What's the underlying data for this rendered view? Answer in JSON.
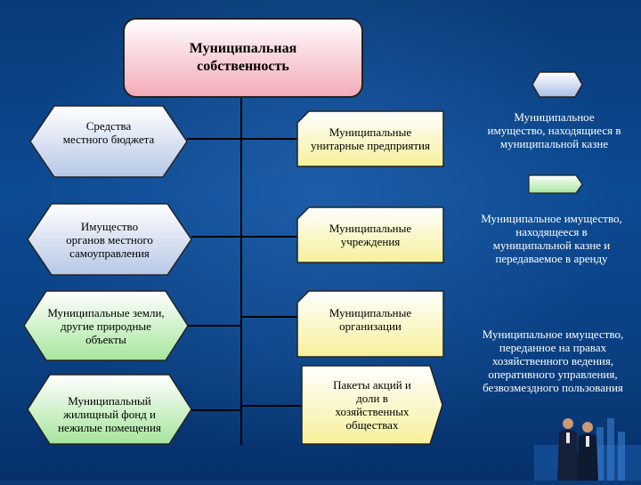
{
  "title": "Муниципальная\nсобственность",
  "left_column": [
    "Средства\nместного бюджета",
    "Имущество\nорганов местного\nсамоуправления",
    "Муниципальные земли,\nдругие природные\nобъекты",
    "Муниципальный\nжилищный фонд и\nнежилые помещения"
  ],
  "center_column": [
    "Муниципальные\nунитарные предприятия",
    "Муниципальные\nучреждения",
    "Муниципальные\nорганизации",
    "Пакеты акций и\nдоли в\nхозяйственных\nобществах"
  ],
  "right_column": [
    "Муниципальное\nимущество, находящиеся в\nмуниципальной казне",
    "Муниципальное имущество,\nнаходящееся в\nмуниципальной казне и\nпередаваемое в аренду",
    "Муниципальное имущество,\nпереданное на правах\nхозяйственного   ведения,\nоперативного управления,\nбезвозмездного пользования"
  ],
  "colors": {
    "background": "#0c4a92",
    "title_fill": "#f6c8cf",
    "left_top_fill": "#dde6f4",
    "left_green_fill": "#cdf0c6",
    "center_fill": "#fdfdc4",
    "legend_blue": "#dbe4f6",
    "legend_green": "#d8f6cf"
  }
}
